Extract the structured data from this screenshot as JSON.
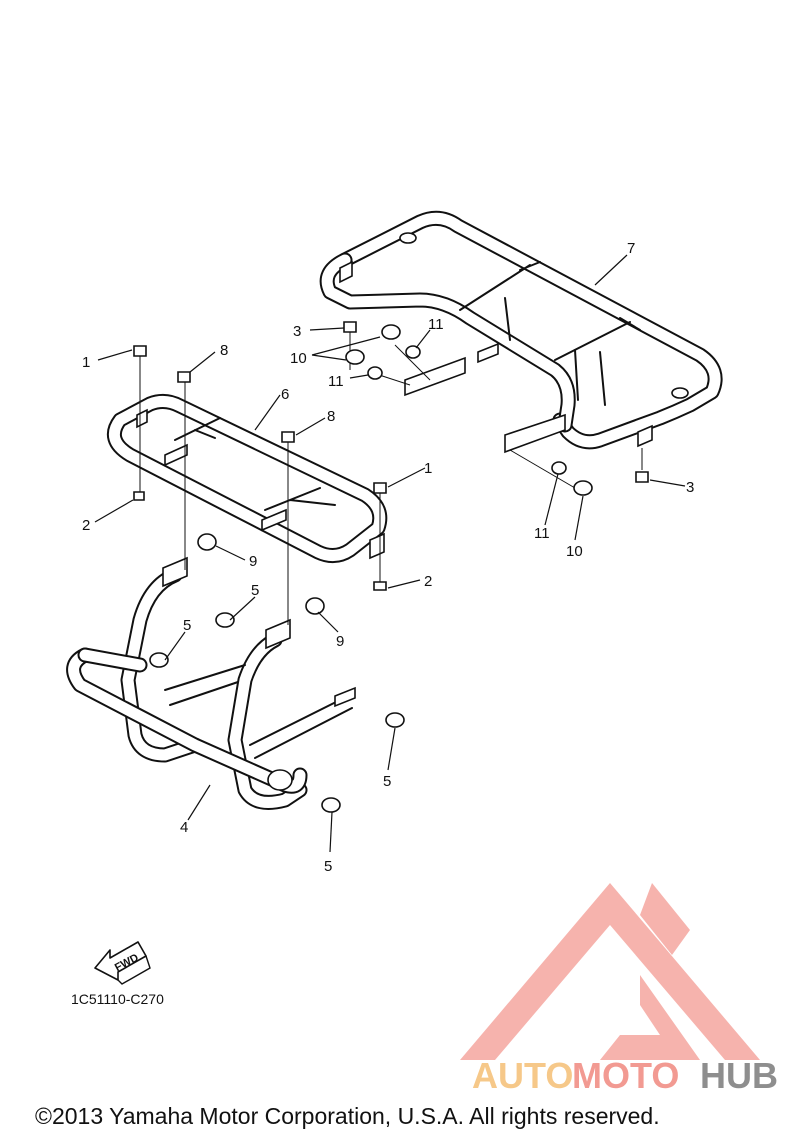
{
  "callouts": {
    "c1a": "1",
    "c1b": "1",
    "c2a": "2",
    "c2b": "2",
    "c3a": "3",
    "c3b": "3",
    "c4": "4",
    "c5a": "5",
    "c5b": "5",
    "c5c": "5",
    "c5d": "5",
    "c6": "6",
    "c7": "7",
    "c8a": "8",
    "c8b": "8",
    "c9a": "9",
    "c9b": "9",
    "c10a": "10",
    "c10b": "10",
    "c11a": "11",
    "c11b": "11",
    "c11c": "11"
  },
  "fwd_label": "FWD",
  "diagram_code": "1C51110-C270",
  "copyright": "©2013 Yamaha Motor Corporation, U.S.A. All rights reserved.",
  "watermark": {
    "part1": "AUTO",
    "part2": "MOTO",
    "part3": "HUB"
  },
  "colors": {
    "watermark_red": "#f29a92",
    "watermark_orange": "#f6c889",
    "watermark_gray": "#8e8e8e"
  }
}
